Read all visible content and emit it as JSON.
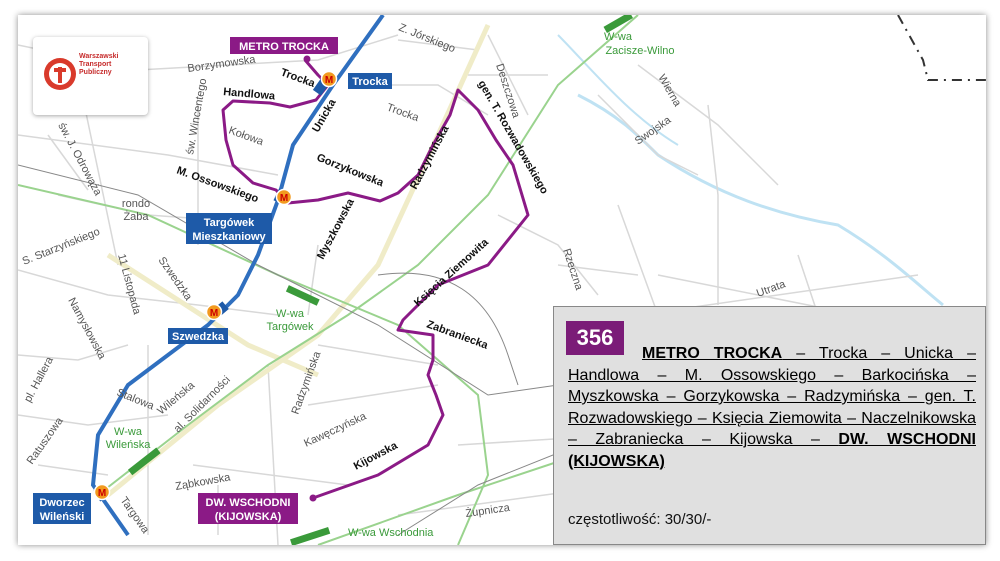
{
  "logo": {
    "line1": "Warszawski",
    "line2": "Transport",
    "line3": "Publiczny"
  },
  "streets": {
    "z_jorskiego": "Z. Jórskiego",
    "borzymowska": "Borzymowska",
    "trocka": "Trocka",
    "trocka2": "Trocka",
    "handlowa": "Handlowa",
    "unicka": "Unicka",
    "kolowa": "Kołowa",
    "sw_wincentego": "św. Wincentego",
    "sw_j_odrowaza": "św. J. Odrowąża",
    "m_ossowskiego": "M. Ossowskiego",
    "gorzykowska": "Gorzykowska",
    "radzyminska": "Radzymińska",
    "myszkowska": "Myszkowska",
    "gen_rozwadowskiego": "gen. T. Rozwadowskiego",
    "deszczowa": "Deszczowa",
    "wierna": "Wierna",
    "swojska": "Swojska",
    "rondo": "rondo",
    "zaba": "Żaba",
    "s_starzynskiego": "S. Starzyńskiego",
    "listopada": "11 Listopada",
    "szwedzka": "Szwedzka",
    "namyslowska": "Namysłowska",
    "ksiecia_ziemowita": "Księcia Ziemowita",
    "rzeczna": "Rzeczna",
    "utrata": "Utrata",
    "zabraniecka": "Zabraniecka",
    "pl_hallera": "pl. Hallera",
    "stalowa": "Stalowa",
    "wilenska": "Wileńska",
    "al_solidarnosci": "al. Solidarności",
    "radzyminska2": "Radzymińska",
    "kaweczynska": "Kawęczyńska",
    "ratuszowa": "Ratuszowa",
    "kijowska": "Kijowska",
    "zabkowska": "Ząbkowska",
    "targowa": "Targowa",
    "zupnicza": "Żupnicza"
  },
  "stations": {
    "trocka": "Trocka",
    "targowek_1": "Targówek",
    "targowek_2": "Mieszkaniowy",
    "szwedzka": "Szwedzka",
    "dworzec_1": "Dworzec",
    "dworzec_2": "Wileński",
    "metro_symbol": "M"
  },
  "rail_stations": {
    "zacisze_1": "W-wa",
    "zacisze_2": "Zacisze-Wilno",
    "targowek_1": "W-wa",
    "targowek_2": "Targówek",
    "wilenska_1": "W-wa",
    "wilenska_2": "Wileńska",
    "wschodnia": "W-wa Wschodnia"
  },
  "terminals": {
    "start": "METRO TROCKA",
    "end_1": "DW. WSCHODNI",
    "end_2": "(KIJOWSKA)"
  },
  "route": {
    "number": "356",
    "description": [
      "METRO TROCKA",
      " – Trocka – Unicka – Handlowa – M. Ossowskiego – Barkocińska – Myszkowska – Gorzykowska – Radzymińska – gen. T. Rozwadowskiego – Księcia Ziemowita – Naczelnikowska – Zabraniecka – Kijowska – ",
      "DW. WSCHODNI (KIJOWSKA)"
    ],
    "frequency": "częstotliwość: 30/30/-"
  },
  "colors": {
    "route": "#8b1a86",
    "metro_line": "#2f6fbf",
    "station_label": "#1e5aa8",
    "rail": "#3a9a3a",
    "water": "#a8d8f0",
    "street": "#d6d6d6"
  }
}
